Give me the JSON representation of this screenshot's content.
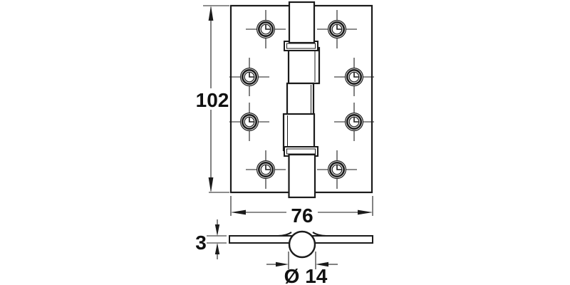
{
  "drawing": {
    "type": "technical-dimension-drawing",
    "subject": "butt hinge",
    "labels": {
      "height": "102",
      "width": "76",
      "thickness": "3",
      "pin_diameter": "Ø 14"
    },
    "screw_hole_count": 8,
    "knuckle_segment_count": 4,
    "colors": {
      "line": "#1b1b1b",
      "background": "#ffffff",
      "text": "#111111"
    }
  }
}
